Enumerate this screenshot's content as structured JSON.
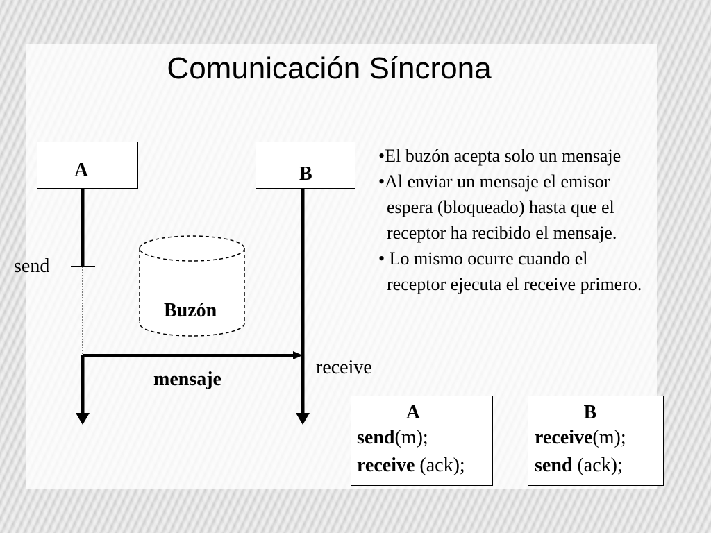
{
  "title": "Comunicación Síncrona",
  "process_a": "A",
  "process_b": "B",
  "labels": {
    "send": "send",
    "buzon": "Buzón",
    "mensaje": "mensaje",
    "receive": "receive"
  },
  "bullets": [
    "•El buzón acepta solo un mensaje",
    "•Al enviar un mensaje el emisor",
    "espera (bloqueado) hasta que el",
    "receptor  ha recibido el mensaje.",
    "• Lo mismo ocurre cuando el",
    "receptor ejecuta el receive primero."
  ],
  "code_a": {
    "header": "A",
    "line1_kw": "send",
    "line1_rest": "(m);",
    "line2_kw": "receive",
    "line2_rest": " (ack);"
  },
  "code_b": {
    "header": "B",
    "line1_kw": "receive",
    "line1_rest": "(m);",
    "line2_kw": "send",
    "line2_rest": " (ack);"
  }
}
